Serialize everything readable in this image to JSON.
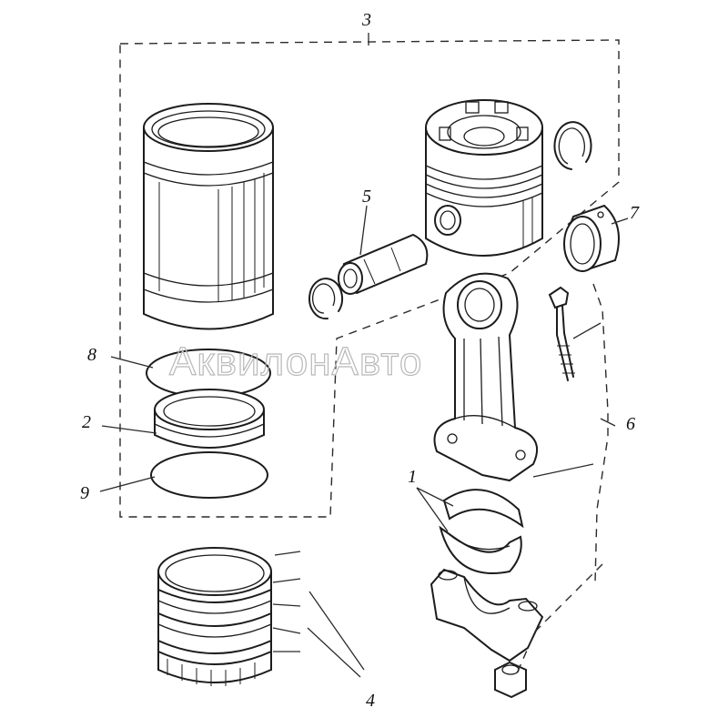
{
  "diagram": {
    "callouts": [
      "3",
      "5",
      "7",
      "8",
      "2",
      "9",
      "1",
      "6",
      "4"
    ]
  },
  "watermark": {
    "text": "АквилонАвто"
  },
  "colors": {
    "ink": "#1c1c1c",
    "background": "#ffffff",
    "watermark": "#b8b8b8"
  }
}
